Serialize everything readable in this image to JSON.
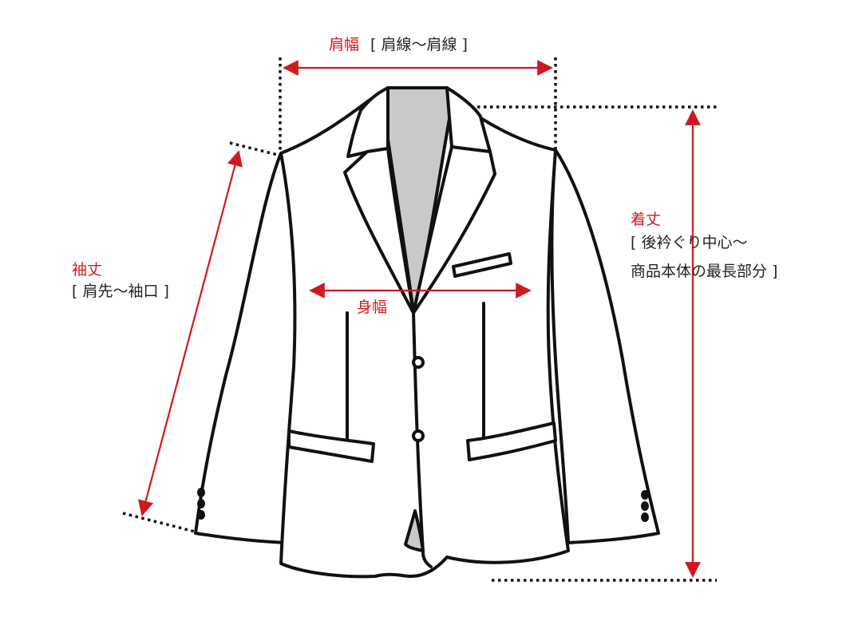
{
  "colors": {
    "accent": "#d0191f",
    "outline": "#111111",
    "lining": "#c9c9c9",
    "background": "#ffffff"
  },
  "shoulder_width": {
    "label": "肩幅",
    "desc": "[ 肩線〜肩線 ]"
  },
  "sleeve_length": {
    "label": "袖丈",
    "desc": "[ 肩先〜袖口 ]"
  },
  "body_width": {
    "label": "身幅"
  },
  "total_length": {
    "label": "着丈",
    "desc_line1": "[ 後衿ぐり中心〜",
    "desc_line2": "商品本体の最長部分 ]"
  }
}
